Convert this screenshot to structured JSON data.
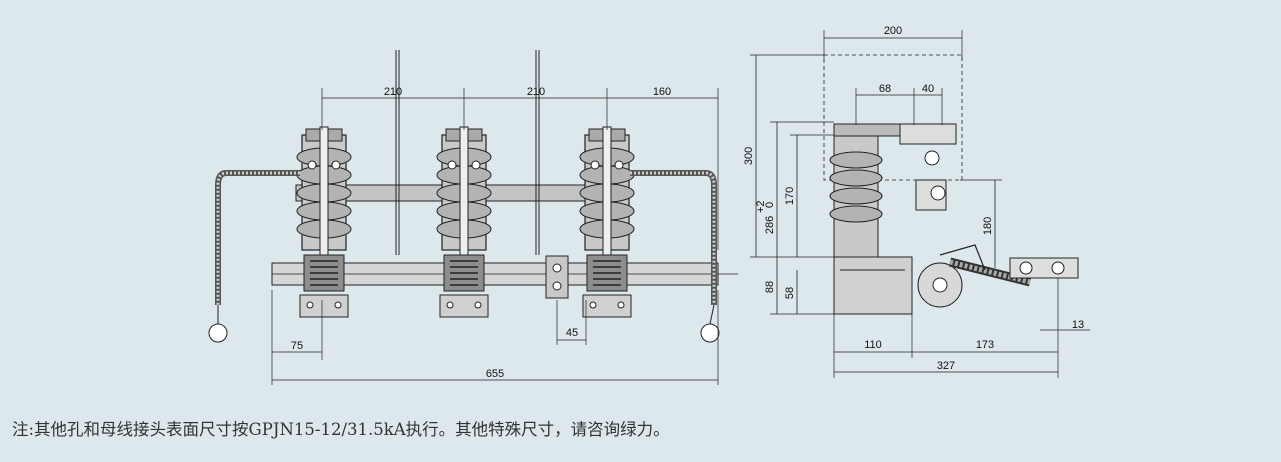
{
  "front_view": {
    "dims": {
      "pitch_1": "210",
      "pitch_2": "210",
      "right_offset": "160",
      "left_offset": "75",
      "bracket_width": "45",
      "overall_width": "655"
    }
  },
  "side_view": {
    "dims": {
      "depth": "200",
      "top_68": "68",
      "top_40": "40",
      "height_300": "300",
      "height_286": "286",
      "tolerance": "+2",
      "tolerance_zero": "0",
      "height_170": "170",
      "height_180": "180",
      "base_88": "88",
      "base_58": "58",
      "offset_110": "110",
      "offset_173": "173",
      "overall_327": "327",
      "gap_13": "13"
    }
  },
  "note": "注:其他孔和母线接头表面尺寸按GPJN15-12/31.5kA执行。其他特殊尺寸，请咨询绿力。"
}
